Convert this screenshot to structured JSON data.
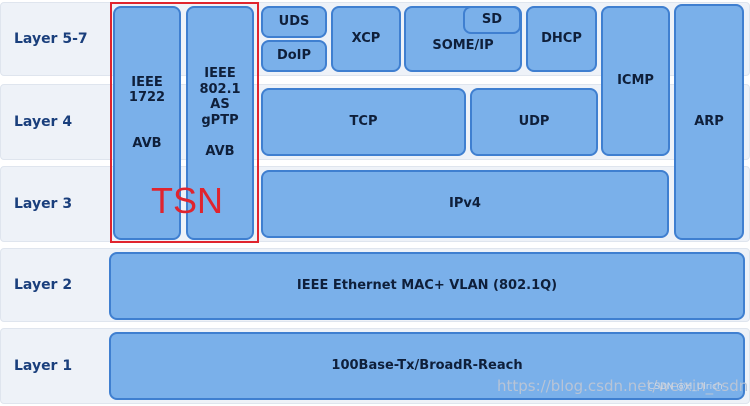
{
  "layers": [
    {
      "label": "Layer 5-7"
    },
    {
      "label": "Layer 4"
    },
    {
      "label": "Layer 3"
    },
    {
      "label": "Layer 2"
    },
    {
      "label": "Layer 1"
    }
  ],
  "blocks": {
    "ieee1722": {
      "line1": "IEEE\n1722",
      "line2": "AVB"
    },
    "ieee8021as": {
      "line1": "IEEE\n802.1\nAS\ngPTP",
      "line2": "AVB"
    },
    "uds": "UDS",
    "doip": "DoIP",
    "xcp": "XCP",
    "sd": "SD",
    "someip": "SOME/IP",
    "dhcp": "DHCP",
    "icmp": "ICMP",
    "arp": "ARP",
    "tcp": "TCP",
    "udp": "UDP",
    "ipv4": "IPv4",
    "ethernet": "IEEE Ethernet MAC+ VLAN (802.1Q)",
    "phy": "100Base-Tx/BroadR-Reach"
  },
  "tsn_label": "TSN",
  "watermark": "https://blog.csdn.net/weixin_csdn",
  "watermark_small": "CSDN @H_Ulrich",
  "colors": {
    "box_fill": "#7ab0ea",
    "box_border": "#3f7fd0",
    "tsn_red": "#e0242e"
  }
}
